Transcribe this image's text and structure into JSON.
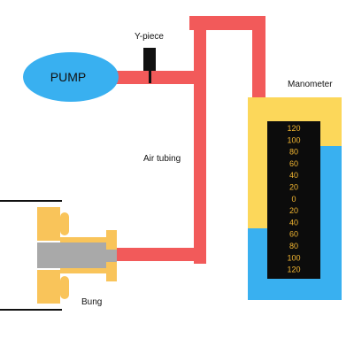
{
  "labels": {
    "pump": "PUMP",
    "y_piece": "Y-piece",
    "air_tubing": "Air tubing",
    "manometer": "Manometer",
    "bung": "Bung"
  },
  "manometer_scale": [
    "120",
    "100",
    "80",
    "60",
    "40",
    "20",
    "0",
    "20",
    "40",
    "60",
    "80",
    "100",
    "120"
  ],
  "colors": {
    "tubing": "#f25a5a",
    "pump": "#39b0f0",
    "manometer_fluid": "#39b0f0",
    "manometer_air": "#fcd75a",
    "scale_background": "#0c0c0c",
    "scale_text": "#f2b632",
    "bung": "#f9c45a",
    "rod": "#a9a9a9",
    "y_piece": "#111111"
  }
}
